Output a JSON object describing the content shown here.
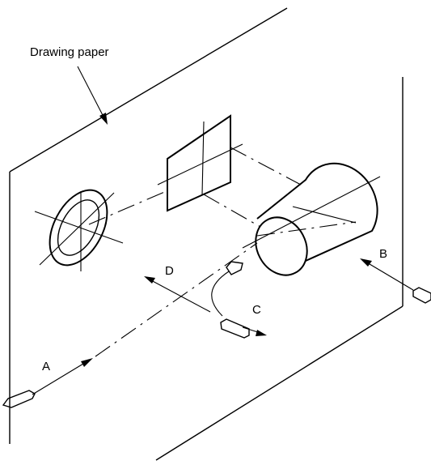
{
  "labels": {
    "drawing_paper": "Drawing paper",
    "a": "A",
    "b": "B",
    "c": "C",
    "d": "D"
  }
}
